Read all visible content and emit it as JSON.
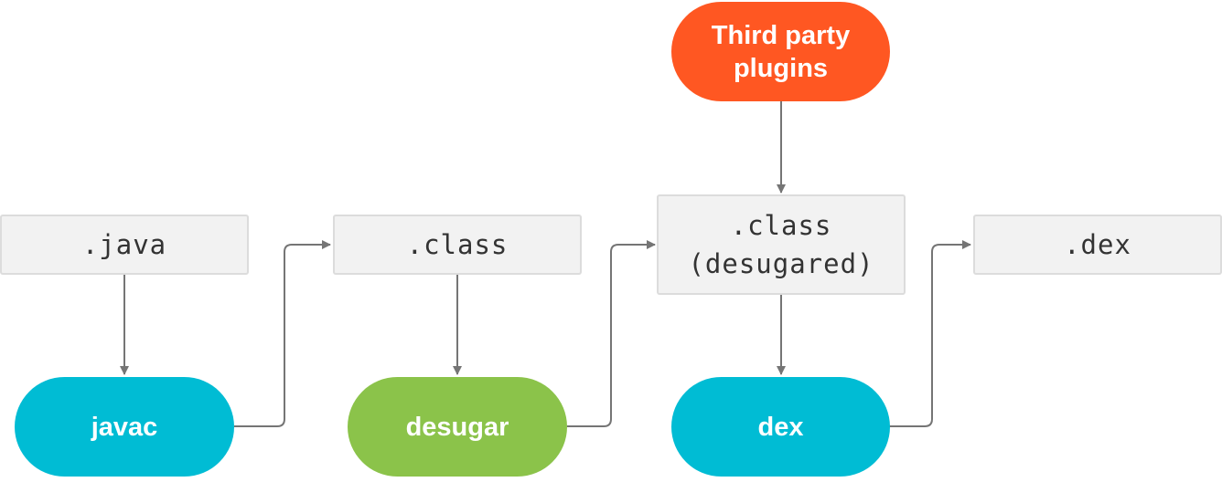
{
  "colors": {
    "tool_blue": "#00bcd4",
    "tool_green": "#8bc34a",
    "plugin_orange": "#ff5722",
    "file_fill": "#f2f2f2",
    "file_border": "#dcdcdc",
    "connector": "#757575"
  },
  "files": {
    "java": ".java",
    "class": ".class",
    "class_desugared": ".class\n(desugared)",
    "dex": ".dex"
  },
  "tools": {
    "javac": "javac",
    "desugar": "desugar",
    "dex": "dex",
    "third_party": "Third party\nplugins"
  }
}
